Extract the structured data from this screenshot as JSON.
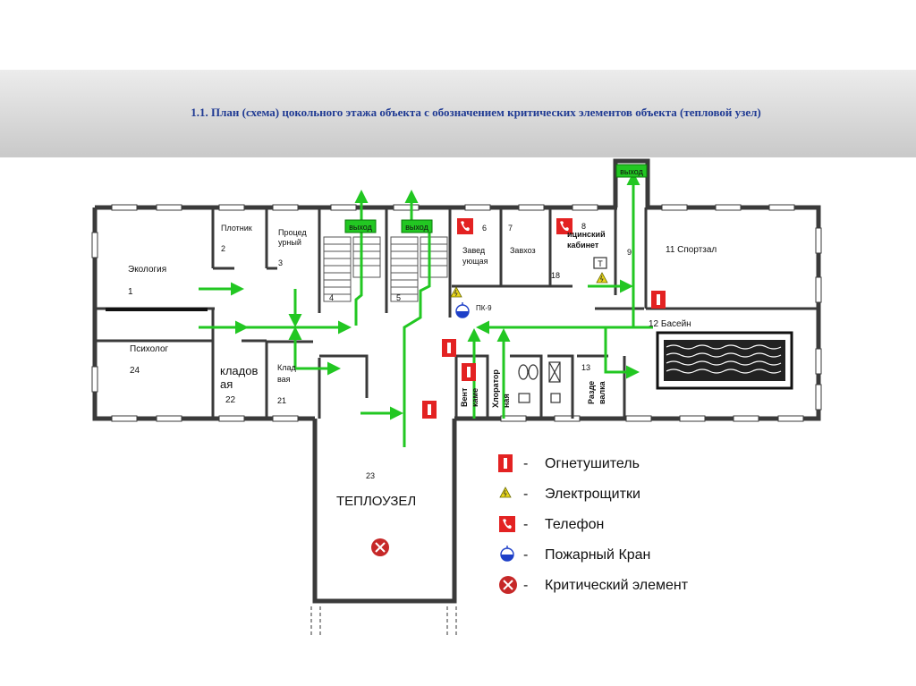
{
  "title": "1.1. План (схема) цокольного этажа объекта с обозначением  критических элементов объекта (тепловой узел)",
  "colors": {
    "title": "#1f3a93",
    "wall": "#3a3a3a",
    "arrow": "#22c722",
    "extinguisher": "#e32222",
    "critical": "#c62828",
    "hydrant": "#1e40c8",
    "panel": "#e8d51a"
  },
  "rooms": {
    "ekologiya_name": "Экология",
    "ekologiya_num": "1",
    "plotnik_name": "Плотник",
    "plotnik_num": "2",
    "proced_line1": "Процед",
    "proced_line2": "урный",
    "proced_num": "3",
    "stair4_num": "4",
    "stair5_num": "5",
    "psiholog_name": "Психолог",
    "psiholog_num": "24",
    "klad22_line1": "кладов",
    "klad22_line2": "ая",
    "klad22_num": "22",
    "klad21_line1": "Клад",
    "klad21_line2": "вая",
    "klad21_num": "21",
    "zaved_num": "6",
    "zaved_line1": "Завед",
    "zaved_line2": "ующая",
    "zavhoz_num": "7",
    "zavhoz_name": "Завхоз",
    "med_num": "8",
    "med_line1": "ицинский",
    "med_line2": "кабинет",
    "room18_num": "18",
    "room9_num": "9",
    "sport_label": "11  Спортзал",
    "basein_label": "12  Басейн",
    "room13_num": "13",
    "vent_line1": "Вент",
    "vent_line2": "каме",
    "hlor_line1": "Хлоратор",
    "hlor_line2": "ная",
    "razd_line1": "Разде",
    "razd_line2": "валка",
    "teplo_num": "23",
    "teplo_name": "ТЕПЛОУЗЕЛ",
    "pk_label": "ПК-9",
    "box_t": "Т"
  },
  "exits": {
    "exit1": "выход",
    "exit2": "выход",
    "exit3": "выход"
  },
  "legend": [
    {
      "icon": "extinguisher-icon",
      "dash": "-",
      "label": "Огнетушитель"
    },
    {
      "icon": "electrical-panel-icon",
      "dash": "-",
      "label": "Электрощитки"
    },
    {
      "icon": "phone-icon",
      "dash": "-",
      "label": "Телефон"
    },
    {
      "icon": "fire-hydrant-icon",
      "dash": "-",
      "label": "Пожарный Кран"
    },
    {
      "icon": "critical-element-icon",
      "dash": "-",
      "label": "Критический элемент"
    }
  ]
}
